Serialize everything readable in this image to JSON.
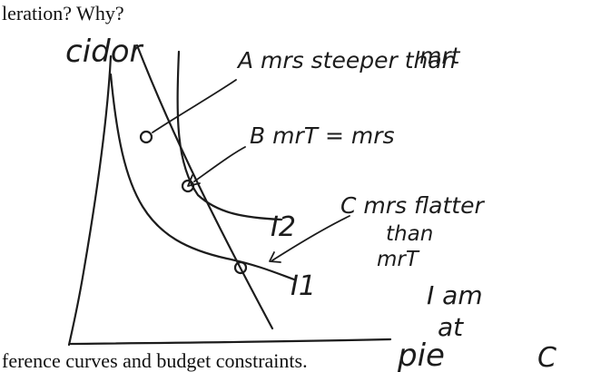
{
  "question_fragment": "leration?  Why?",
  "footer_fragment": "ference curves and budget constraints.",
  "diagram": {
    "y_axis_label": "cidor",
    "x_axis_label": "pie",
    "curve_labels": {
      "I2": "I2",
      "I1": "I1"
    },
    "annotations": {
      "a_line1": "A mrs steeper than",
      "a_line2": "mrt",
      "b": "B mrT = mrs",
      "c_line1": "C mrs flatter",
      "c_line2": "than",
      "c_line3": "mrT",
      "conclusion_line1": "I am",
      "conclusion_line2": "at",
      "conclusion_line3": "C"
    }
  }
}
